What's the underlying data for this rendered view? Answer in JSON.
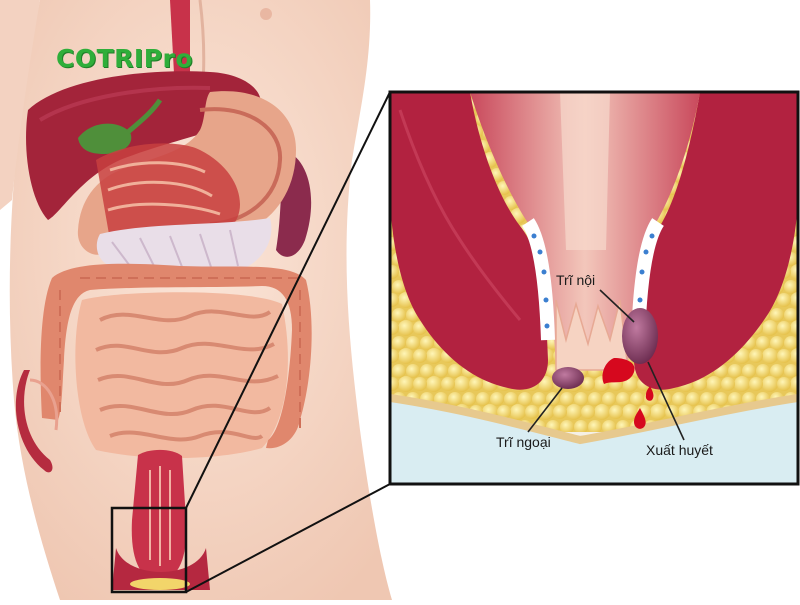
{
  "brand": {
    "text": "COTRIPro",
    "color": "#2fae3a"
  },
  "labels": {
    "internal_hemorrhoid": "Trĩ nội",
    "external_hemorrhoid": "Trĩ ngoại",
    "bleeding": "Xuất huyết"
  },
  "colors": {
    "skin": "#f7d9c8",
    "tissue_dark_red": "#b22240",
    "fat_yellow": "#f2d96a",
    "mucosa_pink": "#f0b8a8",
    "hemorrhoid_purple": "#8b3a66",
    "blood": "#d6081e",
    "background_blue": "#d9edf2"
  }
}
